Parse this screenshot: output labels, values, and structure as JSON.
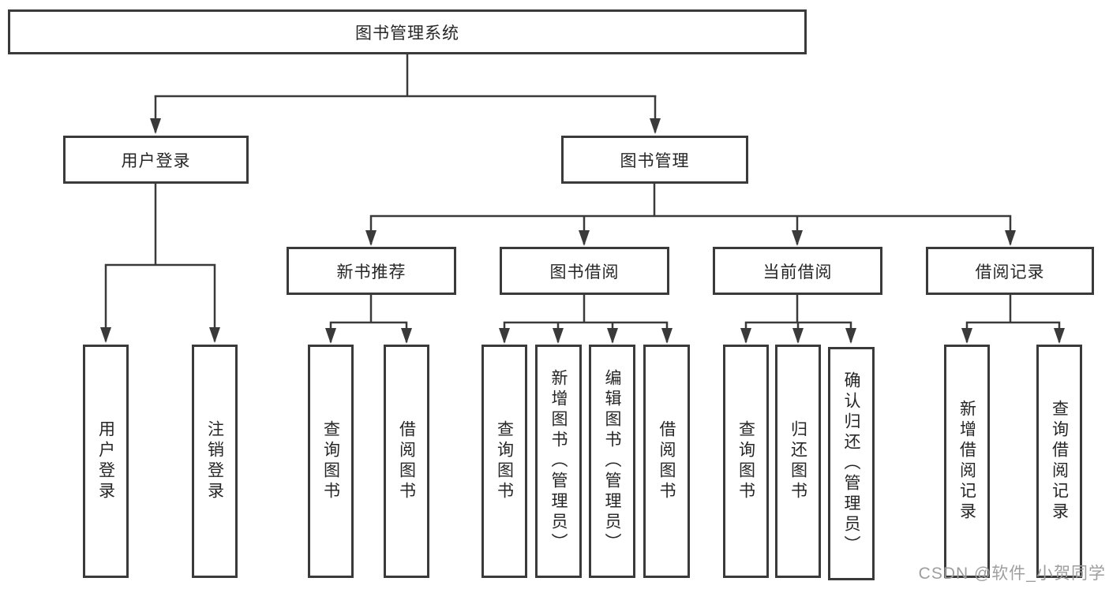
{
  "diagram": {
    "root": {
      "label": "图书管理系统"
    },
    "branches": [
      {
        "label": "用户登录",
        "children": [
          {
            "label": "用户登录"
          },
          {
            "label": "注销登录"
          }
        ]
      },
      {
        "label": "图书管理",
        "children": [
          {
            "label": "新书推荐",
            "children": [
              {
                "label": "查询图书"
              },
              {
                "label": "借阅图书"
              }
            ]
          },
          {
            "label": "图书借阅",
            "children": [
              {
                "label": "查询图书"
              },
              {
                "label": "新增图书（管理员）"
              },
              {
                "label": "编辑图书（管理员）"
              },
              {
                "label": "借阅图书"
              }
            ]
          },
          {
            "label": "当前借阅",
            "children": [
              {
                "label": "查询图书"
              },
              {
                "label": "归还图书"
              },
              {
                "label": "确认归还（管理员）"
              }
            ]
          },
          {
            "label": "借阅记录",
            "children": [
              {
                "label": "新增借阅记录"
              },
              {
                "label": "查询借阅记录"
              }
            ]
          }
        ]
      }
    ]
  },
  "watermark": {
    "text": "CSDN @软件_小贺同学"
  },
  "colors": {
    "line": "#3a3a3a",
    "text": "#262626",
    "watermark": "#9e9e9e",
    "background": "#ffffff"
  }
}
